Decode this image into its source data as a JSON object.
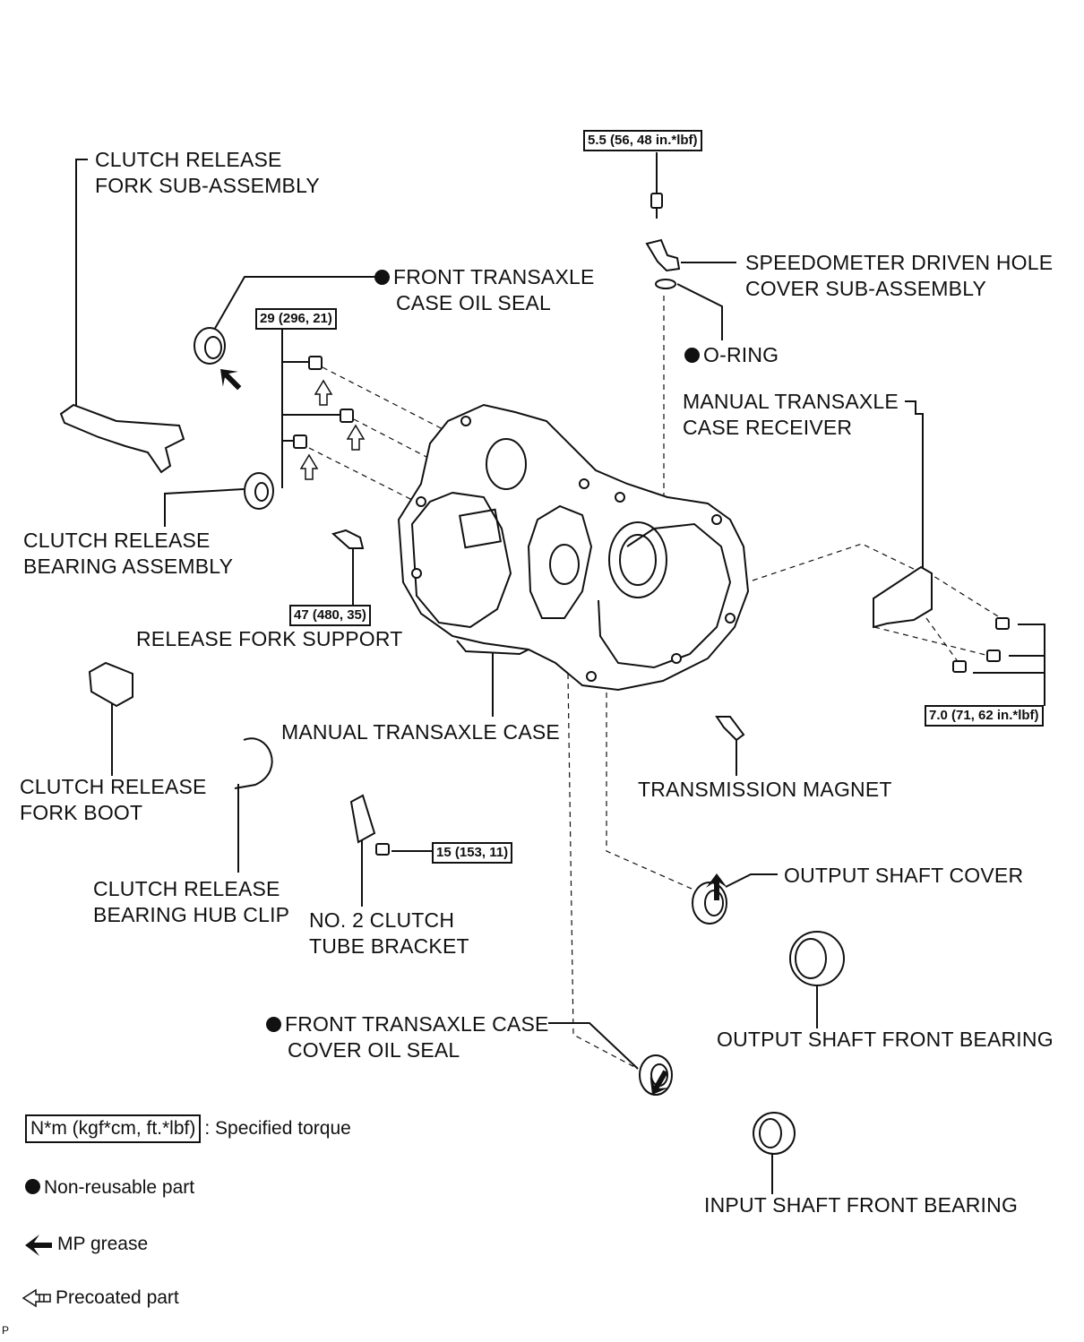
{
  "labels": {
    "clutch_release_fork": [
      "CLUTCH RELEASE",
      "FORK SUB-ASSEMBLY"
    ],
    "front_case_oil_seal": [
      "FRONT TRANSAXLE",
      "CASE OIL SEAL"
    ],
    "speedometer_cover": [
      "SPEEDOMETER DRIVEN HOLE",
      "COVER SUB-ASSEMBLY"
    ],
    "o_ring": "O-RING",
    "case_receiver": [
      "MANUAL TRANSAXLE",
      "CASE RECEIVER"
    ],
    "release_bearing": [
      "CLUTCH RELEASE",
      "BEARING ASSEMBLY"
    ],
    "fork_support": "RELEASE FORK SUPPORT",
    "transaxle_case": "MANUAL TRANSAXLE CASE",
    "fork_boot": [
      "CLUTCH RELEASE",
      "FORK BOOT"
    ],
    "transmission_magnet": "TRANSMISSION MAGNET",
    "hub_clip": [
      "CLUTCH RELEASE",
      "BEARING HUB CLIP"
    ],
    "tube_bracket": [
      "NO. 2 CLUTCH",
      "TUBE BRACKET"
    ],
    "output_shaft_cover": "OUTPUT SHAFT COVER",
    "output_front_bearing": "OUTPUT SHAFT FRONT BEARING",
    "cover_oil_seal": [
      "FRONT TRANSAXLE CASE",
      "COVER OIL SEAL"
    ],
    "input_front_bearing": "INPUT SHAFT FRONT BEARING"
  },
  "torques": {
    "speedometer": "5.5 (56, 48 in.*lbf)",
    "case_bolts": "29 (296, 21)",
    "fork_support": "47 (480, 35)",
    "receiver": "7.0 (71, 62 in.*lbf)",
    "bracket": "15 (153, 11)"
  },
  "legend": {
    "torque_box": "N*m (kgf*cm, ft.*lbf)",
    "torque_text": ": Specified torque",
    "non_reusable": "Non-reusable part",
    "mp_grease": "MP grease",
    "precoated": "Precoated part"
  },
  "corner_mark": "P",
  "colors": {
    "ink": "#111111",
    "background": "#ffffff"
  }
}
